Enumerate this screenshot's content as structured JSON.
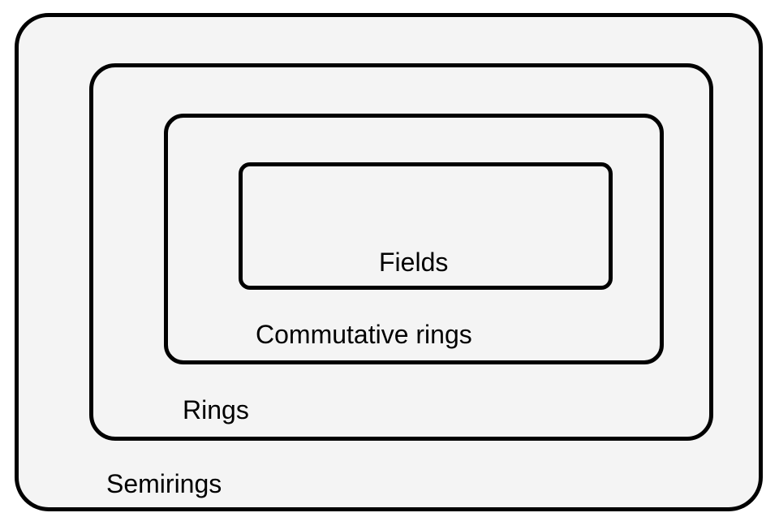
{
  "diagram": {
    "type": "nested-set-euler-diagram",
    "colors": {
      "page_background": "#ffffff",
      "set_fill": "#f4f4f4",
      "set_stroke": "#000000",
      "label_color": "#000000"
    },
    "sets": [
      {
        "label": "Semirings"
      },
      {
        "label": "Rings"
      },
      {
        "label": "Commutative rings"
      },
      {
        "label": "Fields"
      }
    ]
  }
}
